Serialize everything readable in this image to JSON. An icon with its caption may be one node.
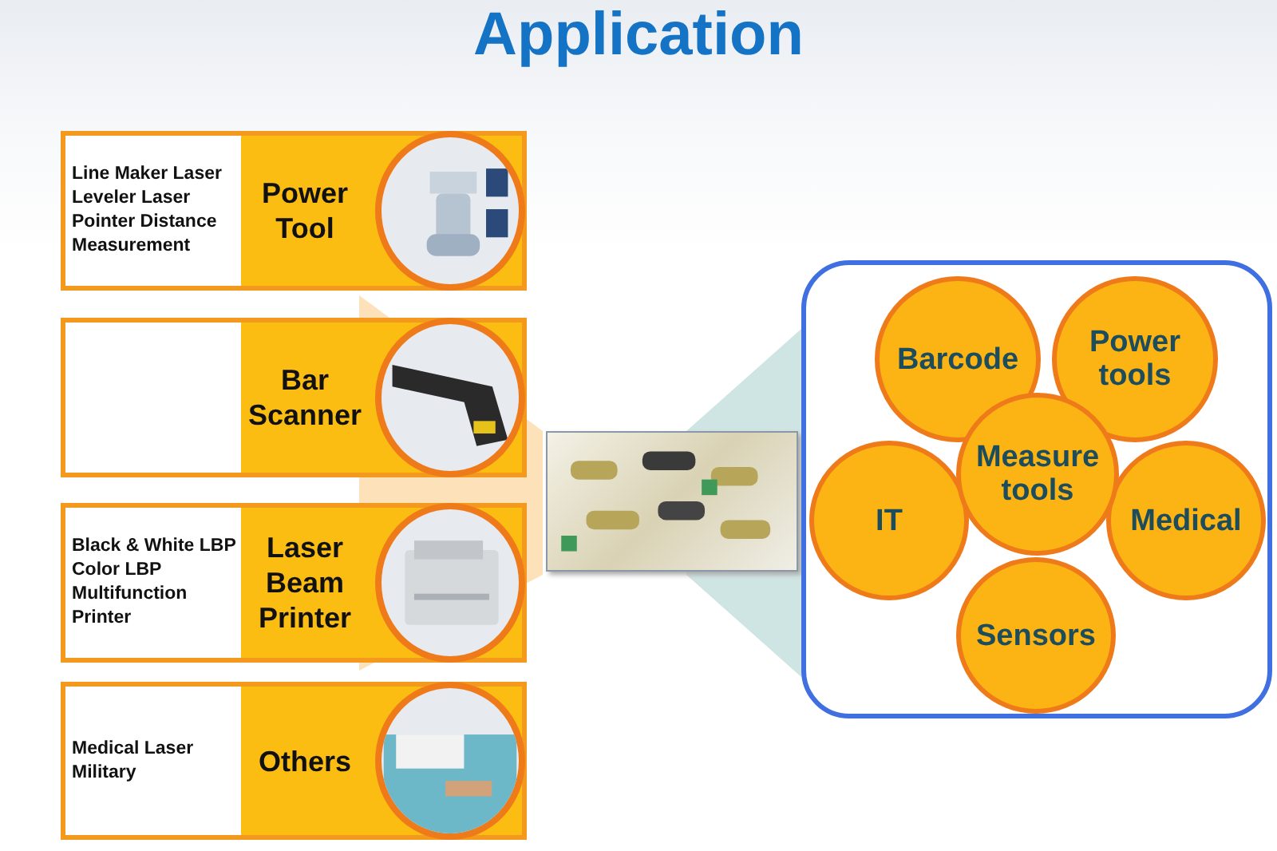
{
  "diagram": {
    "title": "Application",
    "nodes": [
      {
        "text": [
          "Line Maker Laser Leveler Laser Pointer Distance Measurement",
          "Power Tool"
        ]
      },
      {
        "text": [],
        "shape": "picture",
        "in": 0
      },
      {
        "text": [
          "Bar Scanner"
        ]
      },
      {
        "text": [],
        "shape": "picture",
        "in": 2
      },
      {
        "text": [
          "Black & White LBP Color LBP Multifunction Printer",
          "Laser Beam Printer"
        ]
      },
      {
        "text": [],
        "shape": "picture",
        "in": 4
      },
      {
        "text": [
          "Medical Laser Military",
          "Others"
        ]
      },
      {
        "text": [],
        "shape": "picture",
        "in": 6
      },
      {
        "text": [],
        "shape": "picture"
      },
      {
        "text": [],
        "shape": "box"
      },
      {
        "text": [
          "Barcode"
        ],
        "in": 9
      },
      {
        "text": [
          "Power tools"
        ],
        "in": 9
      },
      {
        "text": [
          "Measure tools"
        ],
        "in": 9
      },
      {
        "text": [
          "IT"
        ],
        "in": 9
      },
      {
        "text": [
          "Medical"
        ],
        "in": 9
      },
      {
        "text": [
          "Sensors"
        ],
        "in": 9
      }
    ]
  }
}
